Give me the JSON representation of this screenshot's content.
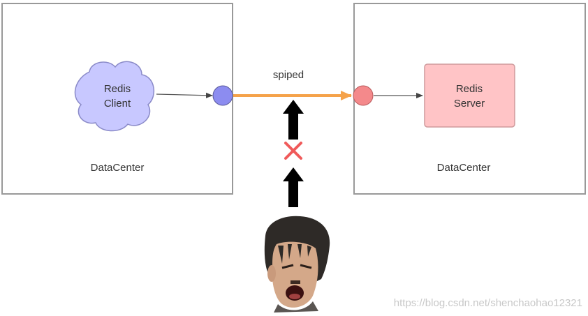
{
  "diagram": {
    "left_box": {
      "label": "DataCenter"
    },
    "right_box": {
      "label": "DataCenter"
    },
    "client": {
      "line1": "Redis",
      "line2": "Client"
    },
    "server": {
      "line1": "Redis",
      "line2": "Server"
    },
    "tunnel": {
      "label": "spiped"
    },
    "colors": {
      "client_fill": "#c8c8ff",
      "client_stroke": "#8a8ac8",
      "left_endpoint": "#8c8cf0",
      "right_endpoint": "#f4898b",
      "server_fill": "#ffc4c6",
      "server_stroke": "#cf9a9c",
      "tunnel": "#f5a24a",
      "blocked_mark": "#f05a5a",
      "box_stroke": "#999999"
    },
    "icons": {
      "blocked": "x-mark-icon",
      "attacker": "angry-face-icon"
    }
  },
  "watermark": "https://blog.csdn.net/shenchaohao12321"
}
